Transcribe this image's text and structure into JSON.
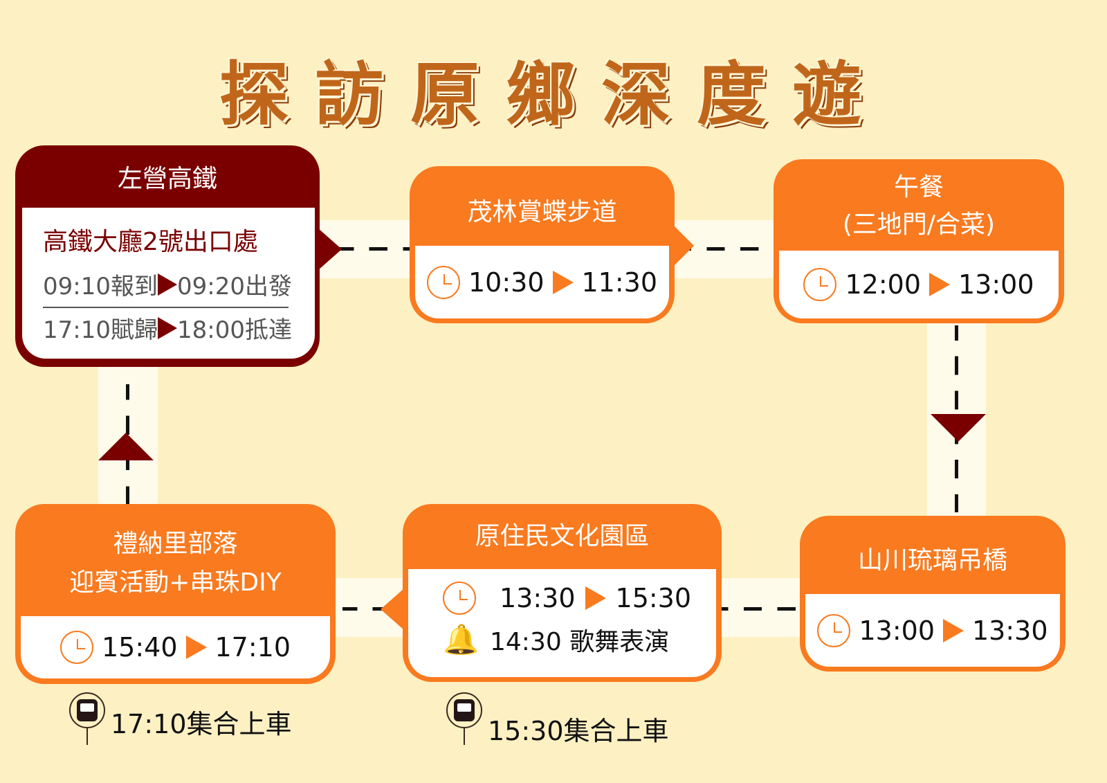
{
  "title": "探訪原鄉深度遊",
  "colors": {
    "background": "#fdf0c2",
    "orange": "#f97a1f",
    "dark_red": "#7a0000"
  },
  "stops": [
    {
      "name": "左營高鐵",
      "location": "高鐵大廳2號出口處",
      "checkin": "09:10報到",
      "depart": "09:20出發",
      "return": "17:10賦歸",
      "arrive": "18:00抵達"
    },
    {
      "name": "茂林賞蝶步道",
      "start": "10:30",
      "end": "11:30"
    },
    {
      "name": "午餐",
      "sub": "(三地門/合菜)",
      "start": "12:00",
      "end": "13:00"
    },
    {
      "name": "山川琉璃吊橋",
      "start": "13:00",
      "end": "13:30"
    },
    {
      "name": "原住民文化園區",
      "start": "13:30",
      "end": "15:30",
      "event": "14:30 歌舞表演"
    },
    {
      "name": "禮納里部落",
      "sub": "迎賓活動+串珠DIY",
      "start": "15:40",
      "end": "17:10"
    }
  ],
  "meetups": [
    "17:10集合上車",
    "15:30集合上車"
  ]
}
